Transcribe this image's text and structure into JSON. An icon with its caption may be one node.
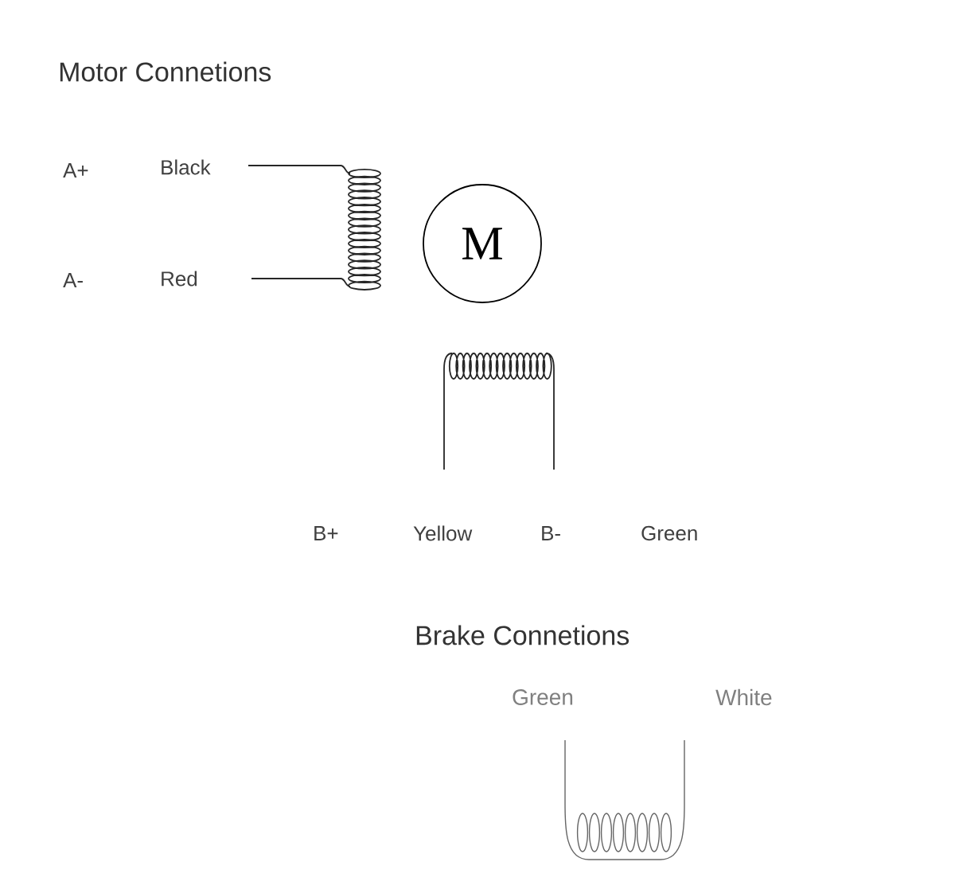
{
  "diagram": {
    "title": "Motor Connetions",
    "nodes": [
      {
        "text": [
          "M"
        ]
      }
    ],
    "labels": [
      "A+",
      "Black",
      "A-",
      "Red",
      "B+",
      "Yellow",
      "B-",
      "Green",
      "Brake Connetions",
      "Green",
      "White"
    ]
  }
}
